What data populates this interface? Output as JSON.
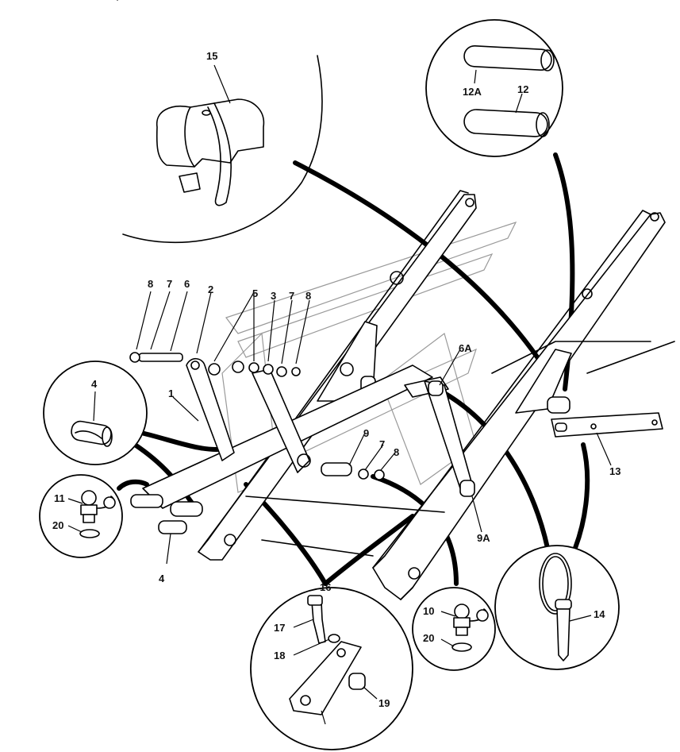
{
  "labels": [
    {
      "key": "l15",
      "text": "15"
    },
    {
      "key": "l12A",
      "text": "12A"
    },
    {
      "key": "l12",
      "text": "12"
    },
    {
      "key": "l8a",
      "text": "8"
    },
    {
      "key": "l7a",
      "text": "7"
    },
    {
      "key": "l6",
      "text": "6"
    },
    {
      "key": "l2",
      "text": "2"
    },
    {
      "key": "l5",
      "text": "5"
    },
    {
      "key": "l3",
      "text": "3"
    },
    {
      "key": "l7b",
      "text": "7"
    },
    {
      "key": "l8b",
      "text": "8"
    },
    {
      "key": "l4a",
      "text": "4"
    },
    {
      "key": "l1",
      "text": "1"
    },
    {
      "key": "l6A",
      "text": "6A"
    },
    {
      "key": "l9",
      "text": "9"
    },
    {
      "key": "l7c",
      "text": "7"
    },
    {
      "key": "l8c",
      "text": "8"
    },
    {
      "key": "l11",
      "text": "11"
    },
    {
      "key": "l20a",
      "text": "20"
    },
    {
      "key": "l4b",
      "text": "4"
    },
    {
      "key": "l13",
      "text": "13"
    },
    {
      "key": "l9A",
      "text": "9A"
    },
    {
      "key": "l16",
      "text": "16"
    },
    {
      "key": "l17",
      "text": "17"
    },
    {
      "key": "l18",
      "text": "18"
    },
    {
      "key": "l19",
      "text": "19"
    },
    {
      "key": "l10",
      "text": "10"
    },
    {
      "key": "l20b",
      "text": "20"
    },
    {
      "key": "l14",
      "text": "14"
    }
  ]
}
